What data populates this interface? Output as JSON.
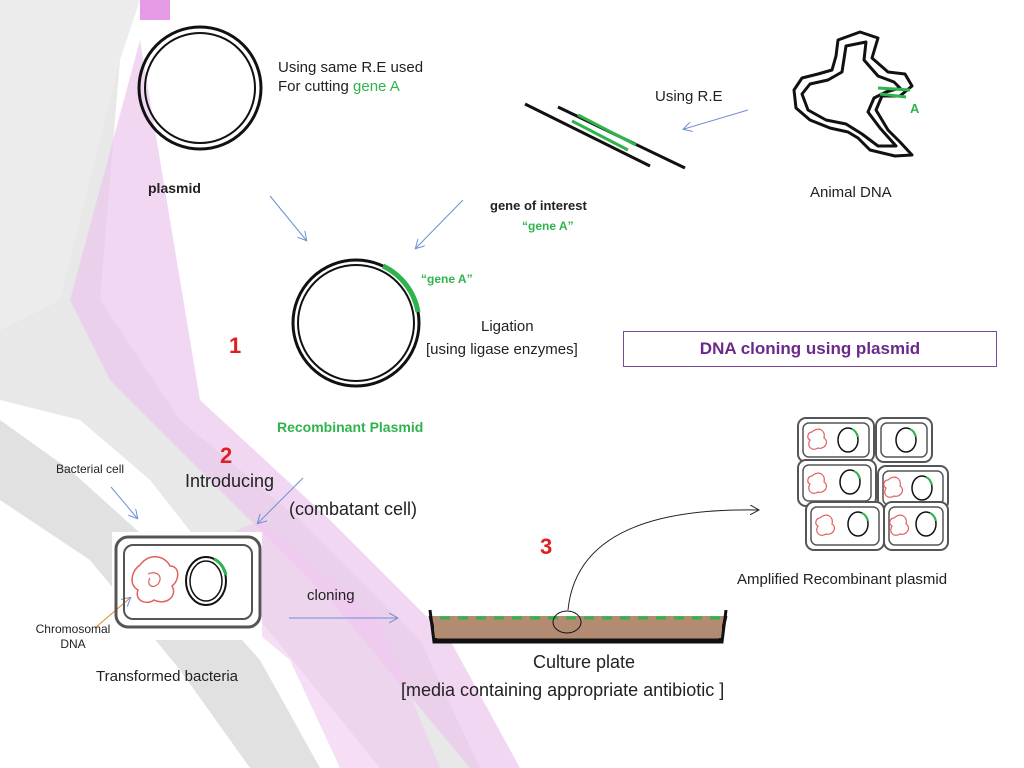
{
  "diagram": {
    "plasmid_label": "plasmid",
    "re_note_line1": "Using same R.E used",
    "re_note_line2_prefix": "For cutting ",
    "re_note_line2_gene": "gene A",
    "using_re": "Using R.E",
    "animal_dna": "Animal DNA",
    "animal_gene_marker": "A",
    "gene_of_interest": "gene of interest",
    "gene_a_quoted": "“gene A”",
    "gene_a_on_plasmid": "“gene A”",
    "ligation_line1": "Ligation",
    "ligation_line2": "[using ligase enzymes]",
    "title": "DNA cloning using plasmid",
    "step1": "1",
    "recombinant_plasmid": "Recombinant Plasmid",
    "step2": "2",
    "introducing": "Introducing",
    "combatant_cell": "(combatant cell)",
    "bacterial_cell": "Bacterial cell",
    "chromosomal_dna": "Chromosomal DNA",
    "transformed_bacteria": "Transformed bacteria",
    "cloning": "cloning",
    "step3": "3",
    "culture_plate": "Culture plate",
    "media_note": "[media containing appropriate antibiotic ]",
    "amplified": "Amplified Recombinant plasmid"
  },
  "colors": {
    "gene_green": "#2fb34d",
    "step_red": "#e02020",
    "title_purple": "#6a2a8a",
    "arrow_blue": "#6f8fd0",
    "media_brown": "#b38b73",
    "chromosome_red": "#e06060"
  }
}
